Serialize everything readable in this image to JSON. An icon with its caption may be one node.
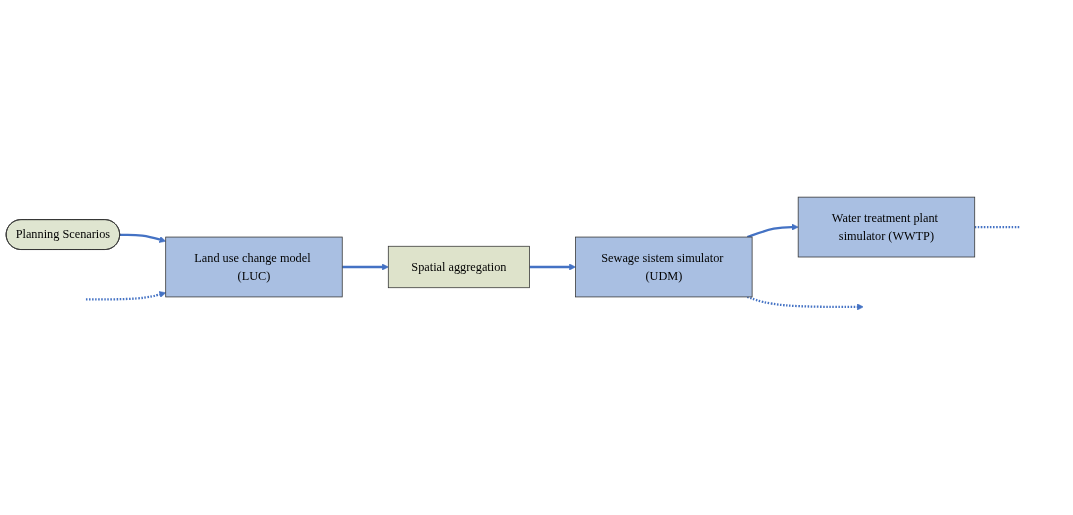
{
  "diagram": {
    "nodes": [
      {
        "text": [
          "Planning Scenarios"
        ]
      },
      {
        "text": [
          "Land use change model (LUC)"
        ]
      },
      {
        "text": [
          "Spatial aggregation"
        ]
      },
      {
        "text": [
          "Sewage sistem simulator (UDM)"
        ]
      },
      {
        "text": [
          "Water treatment plant simulator (WWTP)"
        ]
      }
    ],
    "edges": [
      {
        "from": 0,
        "to": 1,
        "arrow": "to"
      },
      {
        "from": 1,
        "to": 2,
        "arrow": "to"
      },
      {
        "from": 2,
        "to": 3,
        "arrow": "to"
      },
      {
        "from": 3,
        "to": 4,
        "arrow": "to"
      },
      {
        "from": null,
        "to": 1,
        "arrow": "to",
        "style": "dashed"
      },
      {
        "from": 3,
        "to": null,
        "arrow": "to",
        "style": "dashed"
      },
      {
        "from": 4,
        "to": null,
        "arrow": "none",
        "style": "dashed"
      }
    ]
  }
}
